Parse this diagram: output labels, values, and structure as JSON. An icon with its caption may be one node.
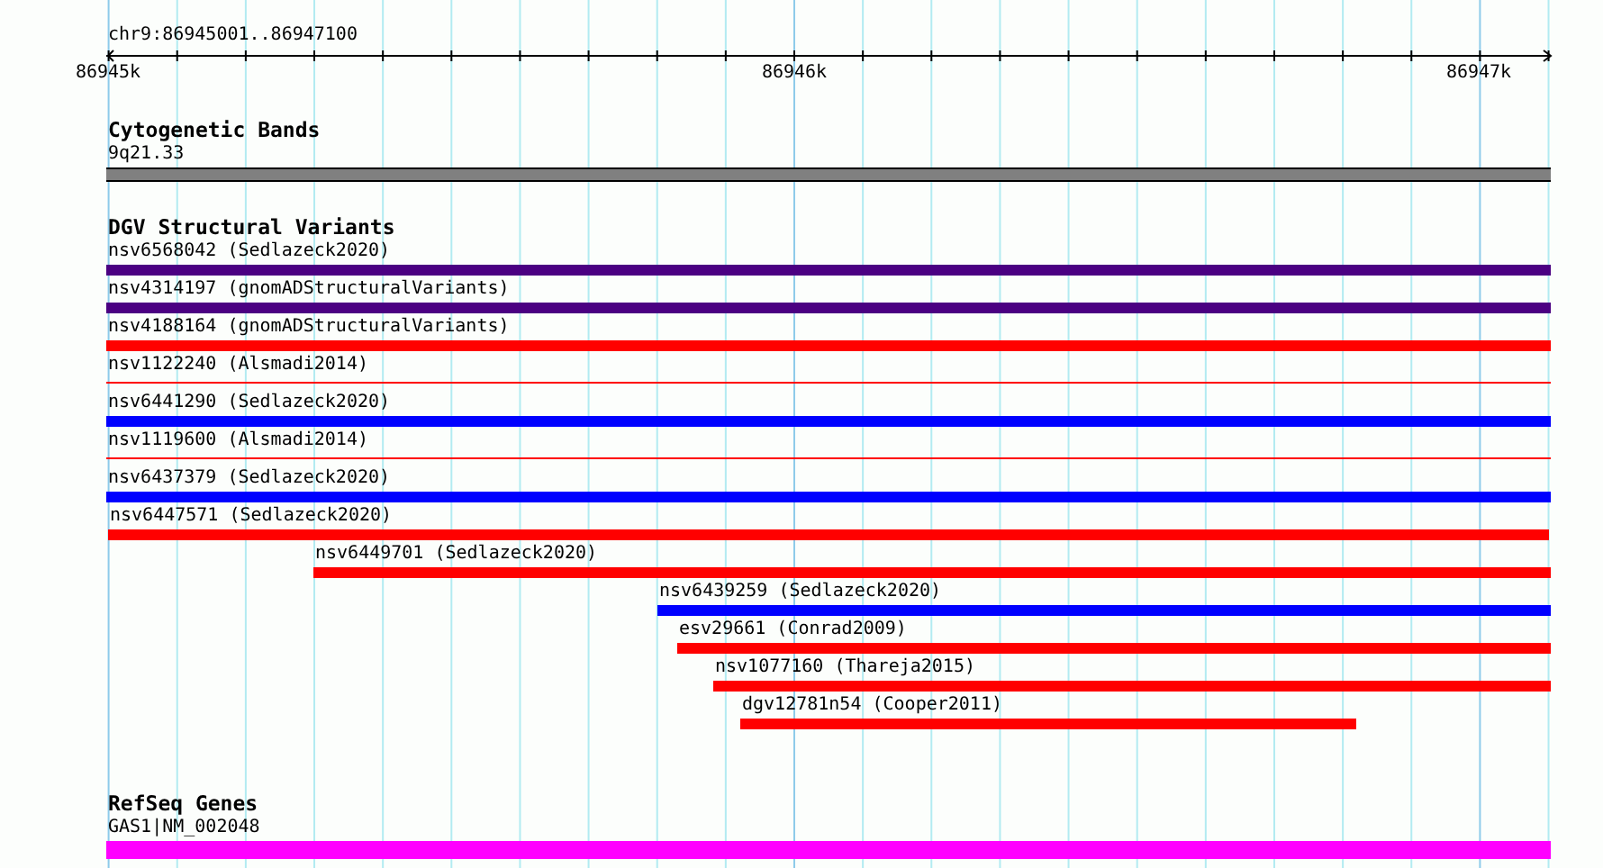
{
  "diagram": {
    "title": "chr9:86945001..86947100",
    "nodes": [
      {
        "text": [
          "9q21.33"
        ]
      },
      {
        "text": [
          "nsv6568042 (Sedlazeck2020)"
        ]
      },
      {
        "text": [
          "nsv4314197 (gnomADStructuralVariants)"
        ]
      },
      {
        "text": [
          "nsv4188164 (gnomADStructuralVariants)"
        ]
      },
      {
        "text": [
          "nsv1122240 (Alsmadi2014)"
        ]
      },
      {
        "text": [
          "nsv6441290 (Sedlazeck2020)"
        ]
      },
      {
        "text": [
          "nsv1119600 (Alsmadi2014)"
        ]
      },
      {
        "text": [
          "nsv6437379 (Sedlazeck2020)"
        ]
      },
      {
        "text": [
          "nsv6447571 (Sedlazeck2020)"
        ]
      },
      {
        "text": [
          "nsv6449701 (Sedlazeck2020)"
        ]
      },
      {
        "text": [
          "nsv6439259 (Sedlazeck2020)"
        ]
      },
      {
        "text": [
          "esv29661 (Conrad2009)"
        ]
      },
      {
        "text": [
          "nsv1077160 (Thareja2015)"
        ]
      },
      {
        "text": [
          "dgv12781n54 (Cooper2011)"
        ]
      },
      {
        "text": [
          "GAS1|NM_002048"
        ]
      }
    ],
    "labels": [
      "86945k",
      "86946k",
      "86947k",
      "Cytogenetic Bands",
      "DGV Structural Variants",
      "RefSeq Genes"
    ]
  }
}
